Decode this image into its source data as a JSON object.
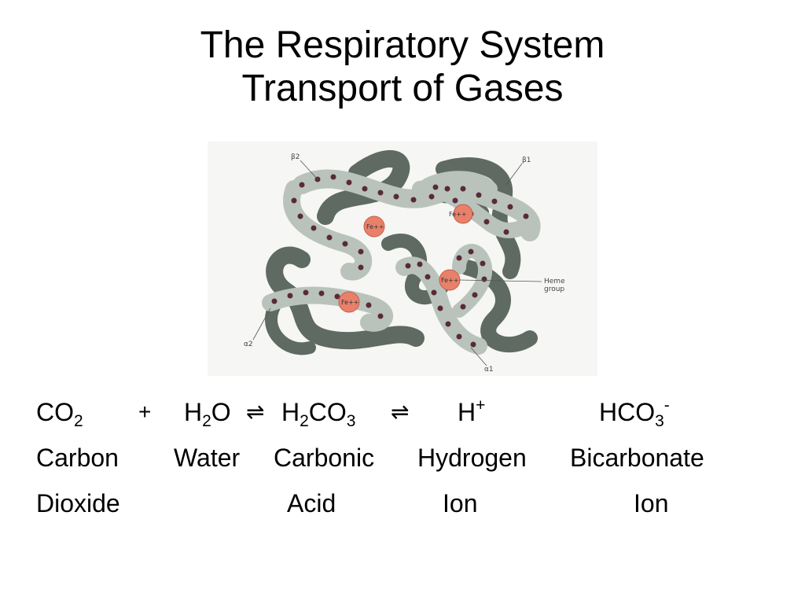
{
  "slide": {
    "title_line1": "The Respiratory System",
    "title_line2": "Transport of Gases"
  },
  "figure": {
    "labels": {
      "beta2": "β2",
      "beta1": "β1",
      "alpha2": "α2",
      "alpha1": "α1",
      "heme1": "Heme",
      "heme2": "group",
      "fe": "Fe++"
    },
    "colors": {
      "ribbon_dark": "#5e6a62",
      "ribbon_light": "#b9c3bc",
      "heme": "#e8806a",
      "atom": "#5a2a3a"
    }
  },
  "equation": {
    "co2_base": "CO",
    "co2_sub": "2",
    "plus": "+",
    "h2o_h": "H",
    "h2o_sub": "2",
    "h2o_o": "O",
    "arrow1": "⇌",
    "h2co3_h": "H",
    "h2co3_sub1": "2",
    "h2co3_co": "CO",
    "h2co3_sub2": "3",
    "arrow2": "⇌",
    "h_base": "H",
    "h_sup": "+",
    "hco3_base": "HCO",
    "hco3_sub": "3",
    "hco3_sup": "-",
    "names_row1": {
      "carbon": "Carbon",
      "water": "Water",
      "carbonic": "Carbonic",
      "hydrogen": "Hydrogen",
      "bicarbonate": "Bicarbonate"
    },
    "names_row2": {
      "dioxide": "Dioxide",
      "acid": "Acid",
      "ion1": "Ion",
      "ion2": "Ion"
    }
  }
}
